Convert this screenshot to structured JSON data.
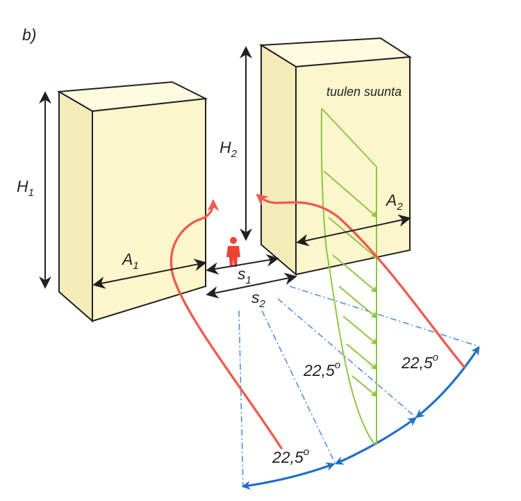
{
  "figure": {
    "panel_label": "b)",
    "wind_direction_label": "tuulen suunta",
    "angle_label_bottom": "22,5",
    "angle_label_middle": "22,5",
    "angle_label_right": "22,5",
    "degree_symbol": "o"
  },
  "building_1": {
    "height_label": "H",
    "height_subscript": "1",
    "width_label": "A",
    "width_subscript": "1"
  },
  "building_2": {
    "height_label": "H",
    "height_subscript": "2",
    "width_label": "A",
    "width_subscript": "2"
  },
  "gap": {
    "s1_label": "s",
    "s1_subscript": "1",
    "s2_label": "s",
    "s2_subscript": "2"
  },
  "colors": {
    "building_front": "#fbf6cc",
    "building_side": "#f3ecb9",
    "building_top": "#fffbe1",
    "outline": "#231f20",
    "wind_flow": "#ef5b4f",
    "wind_profile": "#8dc63f",
    "sector_lines": "#4f8fd8",
    "sector_arc": "#1f6fc6",
    "person": "#ef4136"
  }
}
